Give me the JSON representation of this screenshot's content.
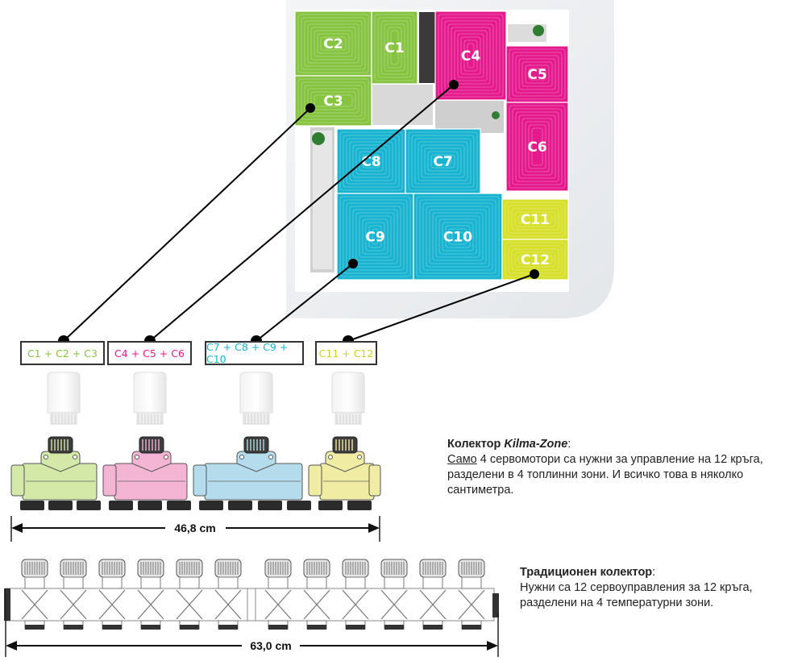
{
  "floorplan": {
    "zones": [
      {
        "id": "C1",
        "group": "green"
      },
      {
        "id": "C2",
        "group": "green"
      },
      {
        "id": "C3",
        "group": "green"
      },
      {
        "id": "C4",
        "group": "magenta"
      },
      {
        "id": "C5",
        "group": "magenta"
      },
      {
        "id": "C6",
        "group": "magenta"
      },
      {
        "id": "C7",
        "group": "cyan"
      },
      {
        "id": "C8",
        "group": "cyan"
      },
      {
        "id": "C9",
        "group": "cyan"
      },
      {
        "id": "C10",
        "group": "cyan"
      },
      {
        "id": "C11",
        "group": "yellow"
      },
      {
        "id": "C12",
        "group": "yellow"
      }
    ],
    "colors": {
      "green": "#86c440",
      "magenta": "#e5198c",
      "cyan": "#17b3d0",
      "yellow": "#d6df2a"
    }
  },
  "groups": [
    {
      "label": "C1 + C2 + C3",
      "color": "#86c440"
    },
    {
      "label": "C4 + C5 + C6",
      "color": "#e5198c"
    },
    {
      "label": "C7 + C8 + C9 + C10",
      "color": "#17b3d0"
    },
    {
      "label": "C11 + C12",
      "color": "#c9d41c"
    }
  ],
  "manifold_colors": {
    "green": "#d4e8a8",
    "pink": "#f4b4d4",
    "blue": "#b4dcec",
    "yellow": "#f0eca4"
  },
  "kilma": {
    "title_prefix": "Колектор ",
    "title_brand": "Kilma-Zone",
    "title_suffix": ":",
    "underlined": "Само",
    "body": " 4 сервомотори са нужни за управление на 12 кръга, разделени в 4 топлинни зони. И всичко това в няколко сантиметра.",
    "dimension": "46,8 cm",
    "servo_count": 4
  },
  "traditional": {
    "title": "Традиционен колектор",
    "title_suffix": ":",
    "body": "Нужни са 12 сервоуправления за 12 кръга, разделени на 4 температурни зони.",
    "dimension": "63,0 cm",
    "valve_count": 12
  }
}
